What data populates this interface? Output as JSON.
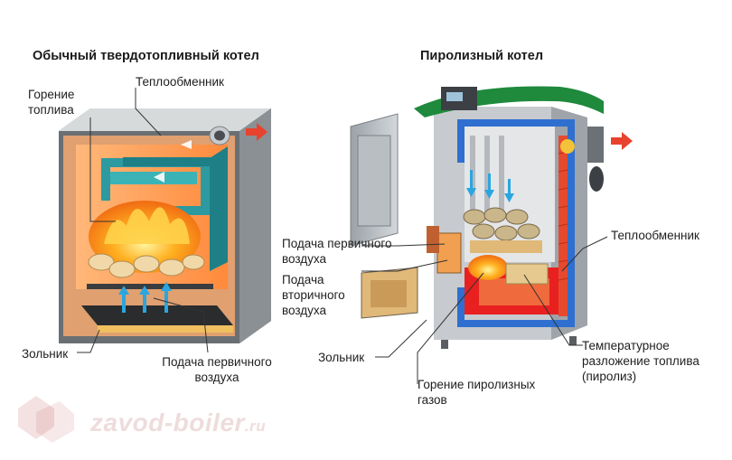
{
  "left": {
    "title": "Обычный твердотопливный котел",
    "labels": {
      "combustion": [
        "Горение",
        "топлива"
      ],
      "heat_exchanger": "Теплообменник",
      "ash_pit": "Зольник",
      "primary_air": [
        "Подача первичного",
        "воздуха"
      ]
    }
  },
  "right": {
    "title": "Пиролизный котел",
    "labels": {
      "primary_air": [
        "Подача первичного",
        "воздуха"
      ],
      "secondary_air": [
        "Подача",
        "вторичного",
        "воздуха"
      ],
      "ash_pit": "Зольник",
      "heat_exchanger": "Теплообменник",
      "pyrolysis_gas": [
        "Горение пиролизных",
        "газов"
      ],
      "decomposition": [
        "Температурное",
        "разложение топлива",
        "(пиролиз)"
      ]
    }
  },
  "watermark": {
    "main": "zavod-boiler",
    "suffix": ".ru"
  },
  "colors": {
    "flow_arrow": "#e8432e",
    "air_arrow": "#2aa6e0",
    "heat_exchanger": "#2c9aa0",
    "water_jacket": "#2f6fd0",
    "hot_zone": "#e82020",
    "lid": "#1f8a3c"
  }
}
